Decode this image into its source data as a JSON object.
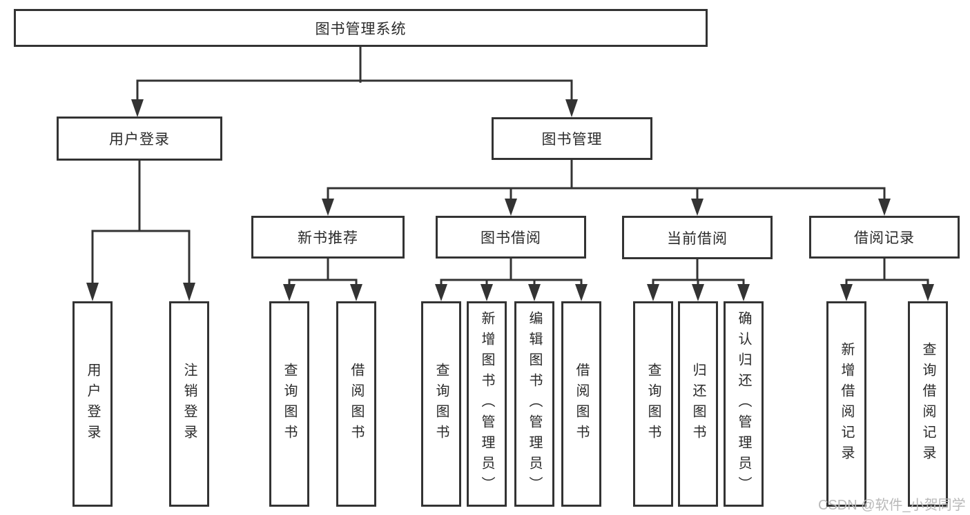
{
  "colors": {
    "line": "#333333",
    "text": "#2a2a2a",
    "watermark": "#b9b9b9",
    "bg": "#ffffff"
  },
  "watermark": {
    "text": "CSDN @软件_小贺同学"
  },
  "tree": {
    "label": "图书管理系统",
    "children": [
      {
        "label": "用户登录",
        "children": [
          {
            "label": "用户登录"
          },
          {
            "label": "注销登录"
          }
        ]
      },
      {
        "label": "图书管理",
        "children": [
          {
            "label": "新书推荐",
            "children": [
              {
                "label": "查询图书"
              },
              {
                "label": "借阅图书"
              }
            ]
          },
          {
            "label": "图书借阅",
            "children": [
              {
                "label": "查询图书"
              },
              {
                "label": "新增图书（管理员）"
              },
              {
                "label": "编辑图书（管理员）"
              },
              {
                "label": "借阅图书"
              }
            ]
          },
          {
            "label": "当前借阅",
            "children": [
              {
                "label": "查询图书"
              },
              {
                "label": "归还图书"
              },
              {
                "label": "确认归还（管理员）"
              }
            ]
          },
          {
            "label": "借阅记录",
            "children": [
              {
                "label": "新增借阅记录"
              },
              {
                "label": "查询借阅记录"
              }
            ]
          }
        ]
      }
    ]
  }
}
